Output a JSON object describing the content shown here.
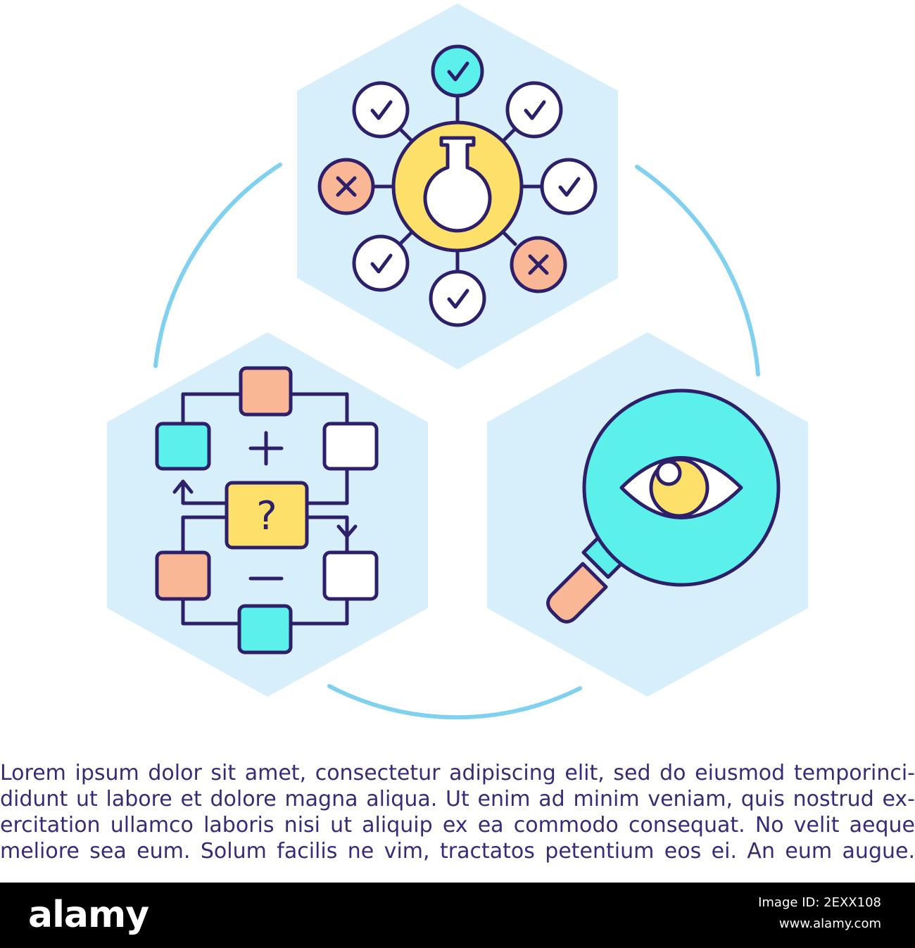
{
  "palette": {
    "hex_fill": "#d7effb",
    "ring": "#7fd1ef",
    "outline": "#2e1f6b",
    "teal": "#5bf0ea",
    "peach": "#f9b795",
    "yellow": "#fde06a",
    "white": "#ffffff"
  },
  "icons": {
    "top": "flask-test-results-icon",
    "left": "decision-flowchart-icon",
    "right": "magnifier-eye-icon"
  },
  "flowchart": {
    "plus": "+",
    "minus": "−",
    "question": "?"
  },
  "paragraph": {
    "lines": [
      "Lorem ipsum dolor sit amet, consectetur adipiscing elit, sed do eiusmod temporinci-",
      "didunt ut labore et dolore magna aliqua. Ut enim ad minim veniam, quis nostrud ex-",
      "ercitation ullamco laboris nisi ut aliquip ex ea commodo consequat. No velit aeque",
      "meliore sea eum. Solum facilis ne vim, tractatos petentium eos ei. An eum augue."
    ]
  },
  "footer": {
    "brand": "alamy",
    "image_id_label": "Image ID: 2EXX108",
    "site": "www.alamy.com"
  }
}
